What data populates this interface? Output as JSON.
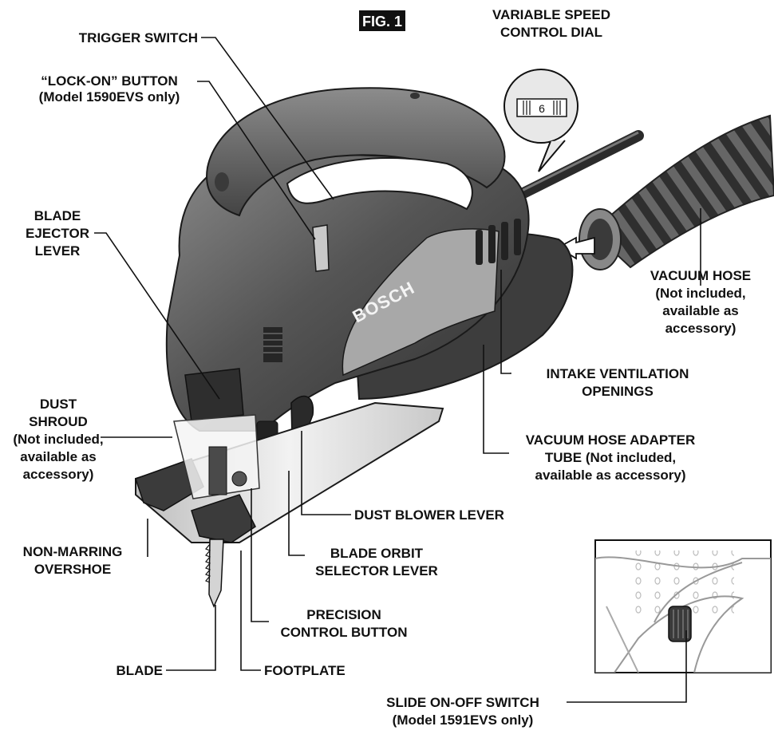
{
  "figure": {
    "tag": "FIG. 1"
  },
  "speed_dial": {
    "value": "6"
  },
  "brand": {
    "logo_text": "BOSCH"
  },
  "labels": {
    "trigger_switch": "TRIGGER SWITCH",
    "lock_on_button": [
      "“LOCK-ON” BUTTON",
      "(Model 1590EVS only)"
    ],
    "speed_dial": [
      "VARIABLE SPEED",
      "CONTROL DIAL"
    ],
    "blade_ejector_lever": [
      "BLADE",
      "EJECTOR",
      "LEVER"
    ],
    "vacuum_hose": [
      "VACUUM HOSE",
      "(Not included,",
      "available as",
      "accessory)"
    ],
    "intake_ventilation": [
      "INTAKE VENTILATION",
      "OPENINGS"
    ],
    "dust_shroud": [
      "DUST",
      "SHROUD",
      "(Not included,",
      "available as",
      "accessory)"
    ],
    "vacuum_hose_adapter": [
      "VACUUM HOSE ADAPTER",
      "TUBE (Not included,",
      "available as accessory)"
    ],
    "dust_blower_lever": "DUST BLOWER LEVER",
    "non_marring_overshoe": [
      "NON-MARRING",
      "OVERSHOE"
    ],
    "blade_orbit_selector": [
      "BLADE ORBIT",
      "SELECTOR LEVER"
    ],
    "precision_control": [
      "PRECISION",
      "CONTROL BUTTON"
    ],
    "blade": "BLADE",
    "footplate": "FOOTPLATE",
    "slide_switch": [
      "SLIDE ON-OFF SWITCH",
      "(Model 1591EVS only)"
    ]
  },
  "colors": {
    "body": "#555555",
    "body_dark": "#3a3a3a",
    "body_light": "#7a7a7a",
    "metal": "#d9d9d9",
    "line": "#111111"
  }
}
